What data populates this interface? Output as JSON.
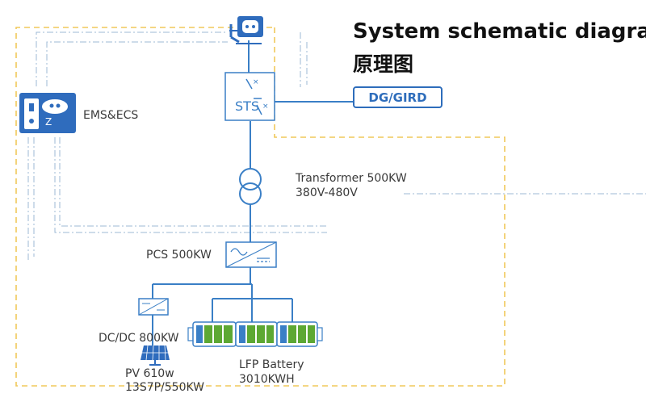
{
  "title": {
    "en": "System schematic diagram",
    "cn": "原理图"
  },
  "nodes": {
    "grid_label": "DG/GIRD",
    "sts_label": "STS",
    "ems_label": "EMS&ECS",
    "transformer_name": "Transformer 500KW",
    "transformer_voltage": "380V-480V",
    "pcs_label": "PCS 500KW",
    "dcdc_label": "DC/DC 800KW",
    "pv_label": "PV 610w",
    "pv_config": "13S7P/550KW",
    "battery_label": "LFP Battery",
    "battery_capacity": "3010KWH"
  },
  "colors": {
    "line": "#3a7fc6",
    "boundary": "#f0c85a",
    "comm_line": "#9cb8d6",
    "battery_fill": "#5da833",
    "ems_bg": "#2f6cbd"
  },
  "icons": [
    "power-socket-plug-icon",
    "sts-switch-icon",
    "transformer-icon",
    "pcs-inverter-icon",
    "dcdc-converter-icon",
    "solar-panel-icon",
    "battery-pack-icon",
    "ems-controller-icon"
  ]
}
